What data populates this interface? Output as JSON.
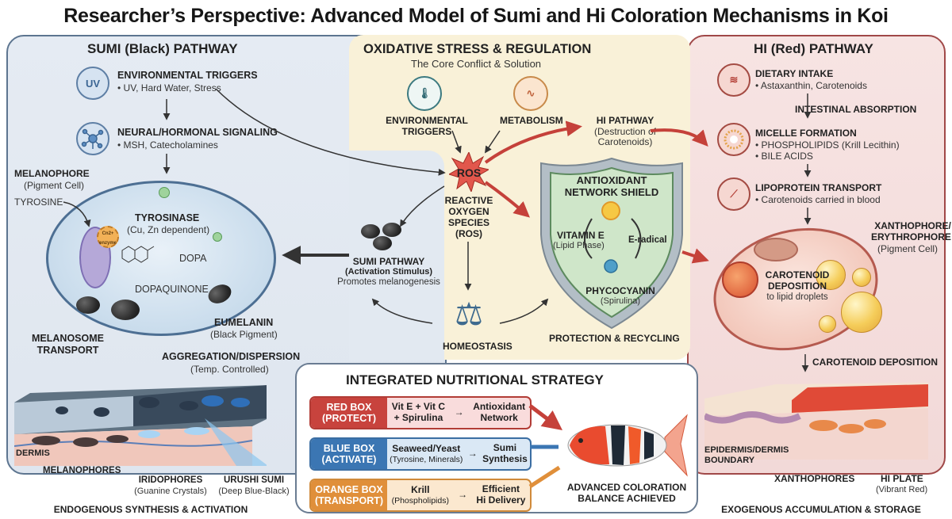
{
  "title": "Researcher’s Perspective: Advanced Model of Sumi and Hi Coloration Mechanisms in Koi",
  "sumi": {
    "heading": "SUMI (Black) PATHWAY",
    "env_triggers": {
      "icon": "uv-sun-icon",
      "icon_text": "UV",
      "title": "ENVIRONMENTAL TRIGGERS",
      "detail": "• UV, Hard Water, Stress"
    },
    "signaling": {
      "icon": "molecule-network-icon",
      "title": "NEURAL/HORMONAL SIGNALING",
      "detail": "• MSH, Catecholamines"
    },
    "melanophore": {
      "title": "MELANOPHORE",
      "subtitle": "(Pigment Cell)"
    },
    "tyrosine": "TYROSINE",
    "enzyme_badge": "Cn2+ enzyme",
    "tyrosinase": {
      "title": "TYROSINASE",
      "subtitle": "(Cu, Zn dependent)"
    },
    "dopa": "DOPA",
    "dopaquinone": "DOPAQUINONE",
    "eumelanin": {
      "title": "EUMELANIN",
      "subtitle": "(Black Pigment)"
    },
    "melanosome_transport": [
      "MELANOSOME",
      "TRANSPORT"
    ],
    "aggregation": {
      "title": "AGGREGATION/DISPERSION",
      "subtitle": "(Temp. Controlled)"
    },
    "skin_labels": {
      "dermis": "DERMIS",
      "melanophores": "MELANOPHORES",
      "iridophores": {
        "title": "IRIDOPHORES",
        "subtitle": "(Guanine Crystals)"
      },
      "urushi": {
        "title": "URUSHI SUMI",
        "subtitle": "(Deep Blue-Black)"
      }
    },
    "footer": "ENDOGENOUS SYNTHESIS & ACTIVATION"
  },
  "oxidative": {
    "heading": "OXIDATIVE STRESS & REGULATION",
    "subheading": "The Core Conflict & Solution",
    "env_triggers": [
      "ENVIRONMENTAL",
      "TRIGGERS"
    ],
    "metabolism": "METABOLISM",
    "ros": "ROS",
    "ros_full": [
      "REACTIVE",
      "OXYGEN",
      "SPECIES",
      "(ROS)"
    ],
    "hi_pathway": {
      "title": "HI PATHWAY",
      "detail": [
        "(Destruction of",
        "Carotenoids)"
      ]
    },
    "sumi_pathway": {
      "title": "SUMI PATHWAY",
      "subtitle": "(Activation Stimulus)",
      "detail": "Promotes melanogenesis"
    },
    "homeostasis": "HOMEOSTASIS",
    "shield": {
      "title": [
        "ANTIOXIDANT",
        "NETWORK SHIELD"
      ],
      "vitamin_e": {
        "title": "VITAMIN E",
        "subtitle": "(Lipid Phase)"
      },
      "e_radical": "E-radical",
      "phycocyanin": {
        "title": "PHYCOCYANIN",
        "subtitle": "(Spirulina)"
      }
    },
    "protection": "PROTECTION & RECYCLING"
  },
  "strategy": {
    "heading": "INTEGRATED NUTRITIONAL STRATEGY",
    "boxes": [
      {
        "label": [
          "RED BOX",
          "(PROTECT)"
        ],
        "input": [
          "Vit E + Vit C",
          "+ Spirulina"
        ],
        "arrow": "→",
        "output": [
          "Antioxidant",
          "Network"
        ],
        "color": "#c8433d"
      },
      {
        "label": [
          "BLUE BOX",
          "(ACTIVATE)"
        ],
        "input": [
          "Seaweed/Yeast",
          "(Tyrosine, Minerals)"
        ],
        "arrow": "→",
        "output": [
          "Sumi",
          "Synthesis"
        ],
        "color": "#3b76b3"
      },
      {
        "label": [
          "ORANGE BOX",
          "(TRANSPORT)"
        ],
        "input": [
          "Krill",
          "(Phospholipids)"
        ],
        "arrow": "→",
        "output": [
          "Efficient",
          "Hi Delivery"
        ],
        "color": "#e08f3a"
      }
    ],
    "result": [
      "ADVANCED COLORATION",
      "BALANCE ACHIEVED"
    ]
  },
  "hi": {
    "heading": "HI (Red) PATHWAY",
    "dietary": {
      "title": "DIETARY INTAKE",
      "detail": "• Astaxanthin, Carotenoids"
    },
    "absorption": "INTESTINAL ABSORPTION",
    "micelle": {
      "title": "MICELLE FORMATION",
      "details": [
        "• PHOSPHOLIPIDS (Krill Lecithin)",
        "• BILE ACIDS"
      ]
    },
    "lipoprotein": {
      "title": "LIPOPROTEIN TRANSPORT",
      "detail": "• Carotenoids carried in blood"
    },
    "xanthophore": {
      "title": [
        "XANTHOPHORE/",
        "ERYTHROPHORE"
      ],
      "subtitle": "(Pigment Cell)"
    },
    "deposition_cell": {
      "title": [
        "CAROTENOID",
        "DEPOSITION"
      ],
      "detail": "to lipid droplets"
    },
    "deposition": "CAROTENOID DEPOSITION",
    "skin_labels": {
      "boundary": [
        "EPIDERMIS/DERMIS",
        "BOUNDARY"
      ],
      "xanthophores": "XANTHOPHORES",
      "hi_plate": {
        "title": "HI PLATE",
        "subtitle": "(Vibrant Red)"
      }
    },
    "footer": "EXOGENOUS ACCUMULATION & STORAGE"
  },
  "colors": {
    "sumi": "#5d7590",
    "hi": "#a04848",
    "oxidative": "#f9f1d8",
    "protect": "#c8433d",
    "activate": "#3b76b3",
    "transport": "#e08f3a"
  }
}
